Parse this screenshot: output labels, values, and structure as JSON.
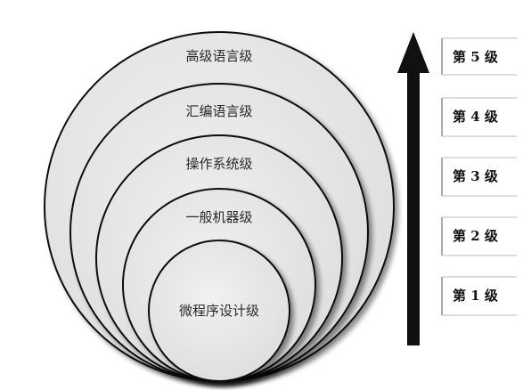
{
  "levels": [
    {
      "label": "高级语言级"
    },
    {
      "label": "汇编语言级"
    },
    {
      "label": "操作系统级"
    },
    {
      "label": "一般机器级"
    },
    {
      "label": "微程序设计级"
    }
  ],
  "badges": [
    {
      "label": "第 5 级"
    },
    {
      "label": "第 4 级"
    },
    {
      "label": "第 3 级"
    },
    {
      "label": "第 2 级"
    },
    {
      "label": "第 1 级"
    }
  ],
  "colors": {
    "circle_fill": "#e6e6e6",
    "circle_stroke": "#111111",
    "arrow": "#111111"
  }
}
